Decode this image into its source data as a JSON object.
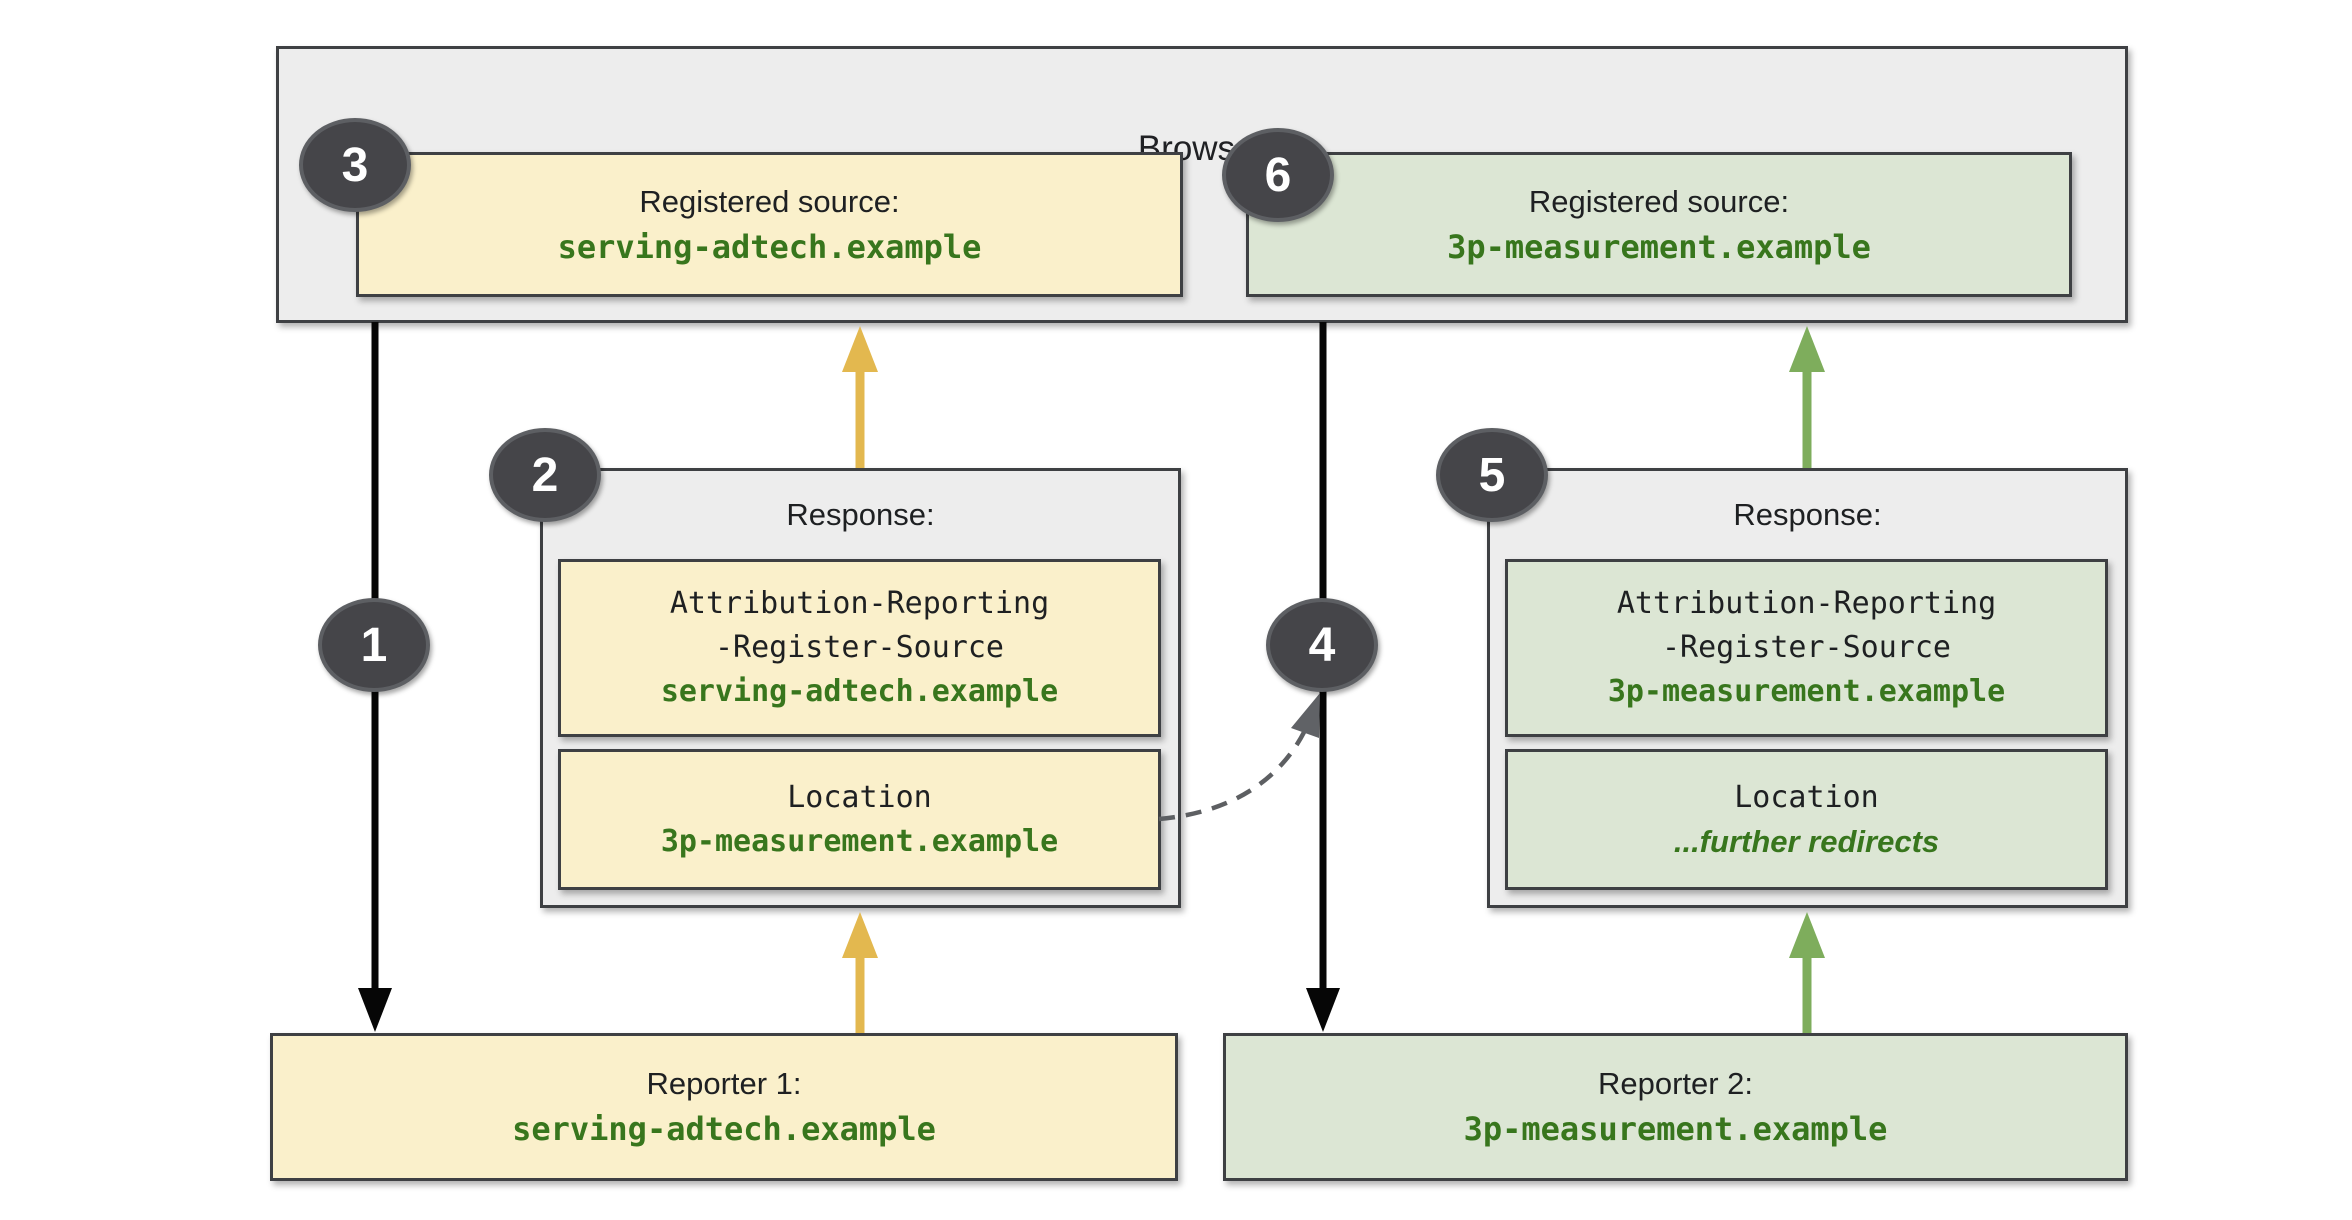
{
  "browser": {
    "title": "Browser"
  },
  "steps": [
    "1",
    "2",
    "3",
    "4",
    "5",
    "6"
  ],
  "registered_sources": [
    {
      "step": "3",
      "label": "Registered source:",
      "domain": "serving-adtech.example",
      "theme": "yellow"
    },
    {
      "step": "6",
      "label": "Registered source:",
      "domain": "3p-measurement.example",
      "theme": "green"
    }
  ],
  "responses": [
    {
      "step": "2",
      "title": "Response:",
      "header_lines": [
        "Attribution-Reporting",
        "-Register-Source"
      ],
      "header_domain": "serving-adtech.example",
      "location_label": "Location",
      "location_value": "3p-measurement.example",
      "theme": "yellow"
    },
    {
      "step": "5",
      "title": "Response:",
      "header_lines": [
        "Attribution-Reporting",
        "-Register-Source"
      ],
      "header_domain": "3p-measurement.example",
      "location_label": "Location",
      "location_value": "...further redirects",
      "theme": "green"
    }
  ],
  "reporters": [
    {
      "label": "Reporter 1:",
      "domain": "serving-adtech.example",
      "theme": "yellow"
    },
    {
      "label": "Reporter 2:",
      "domain": "3p-measurement.example",
      "theme": "green"
    }
  ],
  "palette": {
    "page_background": "#ffffff",
    "container_gray": "#ededed",
    "yellow_fill": "#faf0cb",
    "green_fill": "#dce6d4",
    "border_dark": "#3e4043",
    "domain_green_text": "#38761d",
    "black_arrow": "#060606",
    "yellow_arrow": "#e3b84f",
    "green_arrow": "#7ead5c",
    "dashed_gray_arrow": "#5d5f62",
    "badge_fill": "#454549",
    "badge_border": "#5d5f63"
  }
}
